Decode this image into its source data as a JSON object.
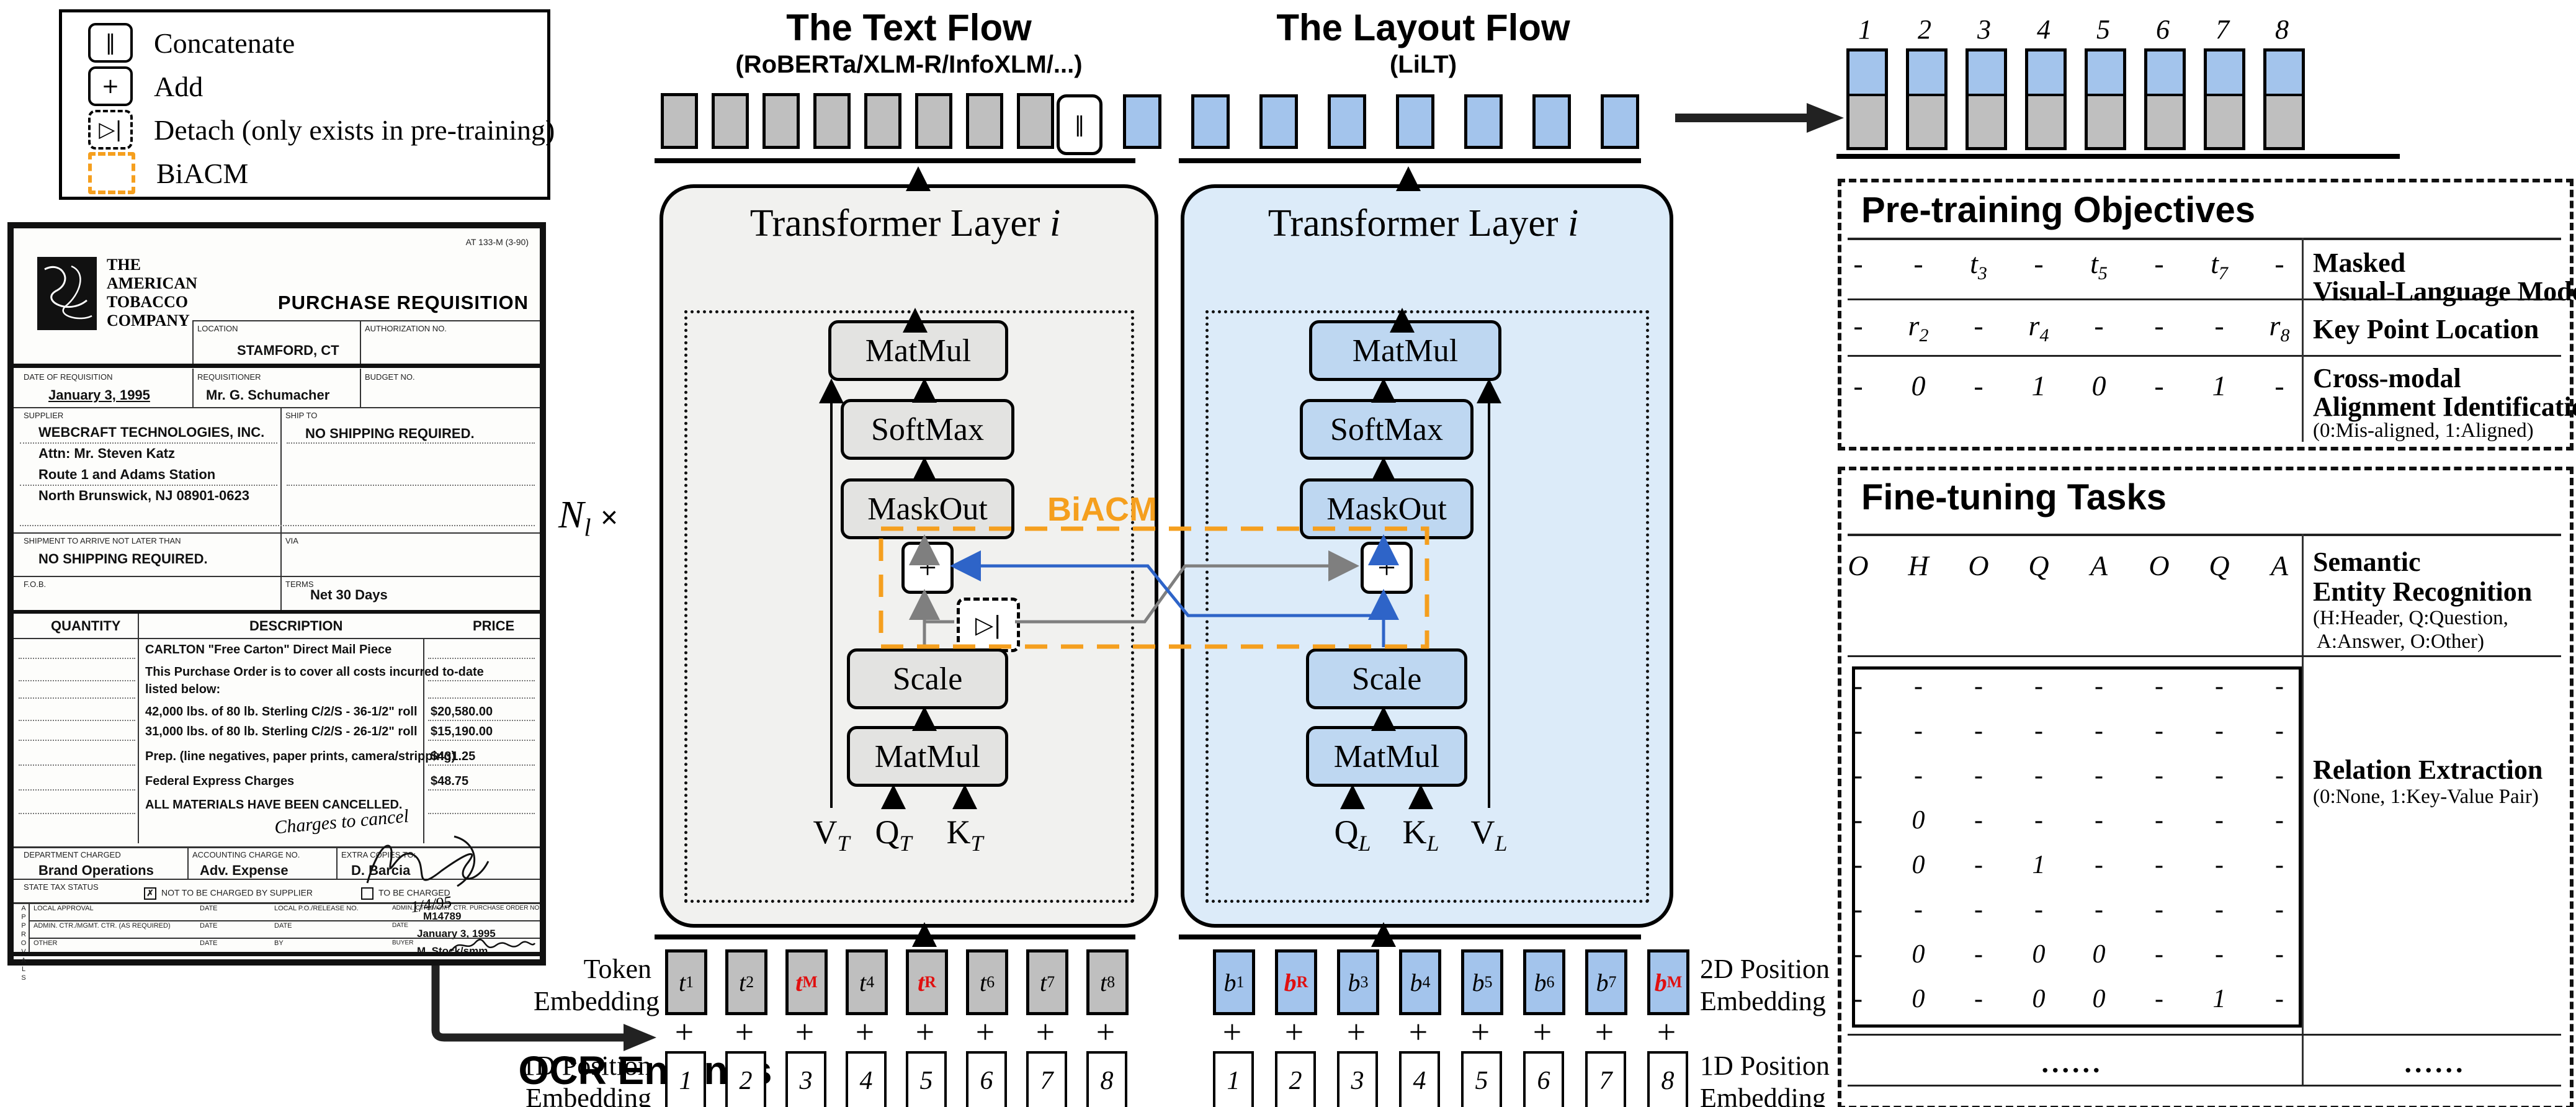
{
  "ops": {
    "concat": "‖",
    "add": "+",
    "detach": "▷|"
  },
  "legend": {
    "items": [
      {
        "icon": "concat",
        "label": "Concatenate"
      },
      {
        "icon": "add",
        "label": "Add"
      },
      {
        "icon": "detach",
        "label": "Detach (only exists in pre-training)"
      },
      {
        "icon": "biacm",
        "label": "BiACM"
      }
    ]
  },
  "flows": {
    "text": {
      "title": "The Text Flow",
      "subtitle": "(RoBERTa/XLM-R/InfoXLM/...)",
      "layer_title": "Transformer Layer",
      "layer_index": "i",
      "blocks": [
        "MatMul",
        "SoftMax",
        "MaskOut",
        "Scale",
        "MatMul"
      ],
      "inputs": [
        {
          "b": "V",
          "s": "T"
        },
        {
          "b": "Q",
          "s": "T"
        },
        {
          "b": "K",
          "s": "T"
        }
      ]
    },
    "layout": {
      "title": "The Layout Flow",
      "subtitle": "(LiLT)",
      "layer_title": "Transformer Layer",
      "layer_index": "i",
      "blocks": [
        "MatMul",
        "SoftMax",
        "MaskOut",
        "Scale",
        "MatMul"
      ],
      "inputs": [
        {
          "b": "Q",
          "s": "L"
        },
        {
          "b": "K",
          "s": "L"
        },
        {
          "b": "V",
          "s": "L"
        }
      ]
    }
  },
  "n_layers": {
    "base": "N",
    "sub": "l",
    "times": "×"
  },
  "biacm_label": "BiACM",
  "embeddings": {
    "token_label_lines": [
      "Token",
      "Embedding"
    ],
    "pos1d_label_lines": [
      "1D Position",
      "Embedding"
    ],
    "pos2d_label_lines": [
      "2D Position",
      "Embedding"
    ],
    "text_tokens": [
      {
        "b": "t",
        "s": "1"
      },
      {
        "b": "t",
        "s": "2"
      },
      {
        "b": "t",
        "s": "M",
        "red": true
      },
      {
        "b": "t",
        "s": "4"
      },
      {
        "b": "t",
        "s": "R",
        "red": true
      },
      {
        "b": "t",
        "s": "6"
      },
      {
        "b": "t",
        "s": "7"
      },
      {
        "b": "t",
        "s": "8"
      }
    ],
    "layout_tokens": [
      {
        "b": "b",
        "s": "1"
      },
      {
        "b": "b",
        "s": "R",
        "red": true
      },
      {
        "b": "b",
        "s": "3"
      },
      {
        "b": "b",
        "s": "4"
      },
      {
        "b": "b",
        "s": "5"
      },
      {
        "b": "b",
        "s": "6"
      },
      {
        "b": "b",
        "s": "7"
      },
      {
        "b": "b",
        "s": "M",
        "red": true
      }
    ],
    "pos_1d": [
      "1",
      "2",
      "3",
      "4",
      "5",
      "6",
      "7",
      "8"
    ]
  },
  "output_columns": {
    "labels": [
      "1",
      "2",
      "3",
      "4",
      "5",
      "6",
      "7",
      "8"
    ]
  },
  "pretraining": {
    "title": "Pre-training Objectives",
    "rows": [
      {
        "values": [
          "-",
          "-",
          {
            "b": "t",
            "s": "3"
          },
          "-",
          {
            "b": "t",
            "s": "5"
          },
          "-",
          {
            "b": "t",
            "s": "7"
          },
          "-"
        ],
        "label_lines": [
          "Masked",
          "Visual-Language Modeling"
        ],
        "note": ""
      },
      {
        "values": [
          "-",
          {
            "b": "r",
            "s": "2"
          },
          "-",
          {
            "b": "r",
            "s": "4"
          },
          "-",
          "-",
          "-",
          {
            "b": "r",
            "s": "8"
          }
        ],
        "label_lines": [
          "Key Point Location"
        ],
        "note": ""
      },
      {
        "values": [
          "-",
          "0",
          "-",
          "1",
          "0",
          "-",
          "1",
          "-"
        ],
        "label_lines": [
          "Cross-modal",
          "Alignment Identification"
        ],
        "note": "(0:Mis-aligned, 1:Aligned)"
      }
    ]
  },
  "finetuning": {
    "title": "Fine-tuning Tasks",
    "ser": {
      "values": [
        "O",
        "H",
        "O",
        "Q",
        "A",
        "O",
        "Q",
        "A"
      ],
      "label_lines": [
        "Semantic",
        "Entity Recognition"
      ],
      "note_lines": [
        "(H:Header, Q:Question,",
        "A:Answer, O:Other)"
      ]
    },
    "re": {
      "matrix": [
        [
          "-",
          "-",
          "-",
          "-",
          "-",
          "-",
          "-",
          "-"
        ],
        [
          "-",
          "-",
          "-",
          "-",
          "-",
          "-",
          "-",
          "-"
        ],
        [
          "-",
          "-",
          "-",
          "-",
          "-",
          "-",
          "-",
          "-"
        ],
        [
          "-",
          "0",
          "-",
          "-",
          "-",
          "-",
          "-",
          "-"
        ],
        [
          "-",
          "0",
          "-",
          "1",
          "-",
          "-",
          "-",
          "-"
        ],
        [
          "-",
          "-",
          "-",
          "-",
          "-",
          "-",
          "-",
          "-"
        ],
        [
          "-",
          "0",
          "-",
          "0",
          "0",
          "-",
          "-",
          "-"
        ],
        [
          "-",
          "0",
          "-",
          "0",
          "0",
          "-",
          "1",
          "-"
        ]
      ],
      "label_lines": [
        "Relation Extraction"
      ],
      "note": "(0:None, 1:Key-Value Pair)"
    },
    "ellipsis": "......"
  },
  "ocr": {
    "label": "OCR Engines"
  },
  "document": {
    "form_no": "AT 133-M (3-90)",
    "company_lines": [
      "THE",
      "AMERICAN",
      "TOBACCO",
      "COMPANY"
    ],
    "title": "PURCHASE REQUISITION",
    "location_label": "LOCATION",
    "location": "STAMFORD, CT",
    "auth_label": "AUTHORIZATION NO.",
    "date_label": "DATE OF REQUISITION",
    "date": "January 3, 1995",
    "req_label": "REQUISITIONER",
    "requisitioner": "Mr. G. Schumacher",
    "budget_label": "BUDGET NO.",
    "supplier_label": "SUPPLIER",
    "supplier_lines": [
      "WEBCRAFT TECHNOLOGIES, INC.",
      "Attn: Mr. Steven Katz",
      "Route 1 and Adams Station",
      "North Brunswick, NJ 08901-0623"
    ],
    "shipto_label": "SHIP TO",
    "shipto": "NO SHIPPING REQUIRED.",
    "arrive_label": "SHIPMENT TO ARRIVE NOT LATER THAN",
    "arrive": "NO SHIPPING REQUIRED.",
    "via_label": "VIA",
    "fob_label": "F.O.B.",
    "terms_label": "TERMS",
    "terms": "Net 30 Days",
    "qty_header": "QUANTITY",
    "desc_header": "DESCRIPTION",
    "price_header": "PRICE",
    "desc_lines": [
      {
        "text": "CARLTON \"Free Carton\" Direct Mail Piece",
        "price": ""
      },
      {
        "text": "This Purchase Order is to cover all costs incurred to-date",
        "price": ""
      },
      {
        "text": "listed below:",
        "price": ""
      },
      {
        "text": "42,000 lbs. of 80 lb. Sterling C/2/S - 36-1/2\" roll",
        "price": "$20,580.00"
      },
      {
        "text": "31,000 lbs. of 80 lb. Sterling C/2/S - 26-1/2\" roll",
        "price": "$15,190.00"
      },
      {
        "text": "Prep. (line negatives, paper prints, camera/stripping)",
        "price": "$431.25"
      },
      {
        "text": "Federal Express Charges",
        "price": "$48.75"
      },
      {
        "text": "ALL MATERIALS HAVE BEEN CANCELLED.",
        "price": ""
      }
    ],
    "handwriting": "Charges to cancel",
    "handwriting_date": "1/4/95",
    "dept_label": "DEPARTMENT CHARGED",
    "dept": "Brand Operations",
    "acct_label": "ACCOUNTING CHARGE NO.",
    "acct": "Adv. Expense",
    "copies_label": "EXTRA COPIES TO:",
    "copies": "D. Barcia",
    "tax_label": "STATE TAX STATUS",
    "tax_checked": "NOT TO BE CHARGED BY SUPPLIER",
    "tax_unchecked": "TO BE CHARGED",
    "approvals_side": "APPROVALS",
    "approval_rows": [
      {
        "c1": "LOCAL APPROVAL",
        "c2": "DATE",
        "c3": "LOCAL P.O./RELEASE NO.",
        "c4_label": "ADMIN. CTR./MGMT. CTR. PURCHASE ORDER NO.",
        "c4": "M14789"
      },
      {
        "c1": "ADMIN. CTR./MGMT. CTR. (AS REQUIRED)",
        "c2": "DATE",
        "c3": "DATE",
        "c4_label": "DATE",
        "c4": "January 3, 1995"
      },
      {
        "c1": "OTHER",
        "c2": "DATE",
        "c3": "BY",
        "c4_label": "BUYER",
        "c4": "M. Stock/smm"
      }
    ]
  },
  "colors": {
    "text_flow_bg": "#f1f1ef",
    "layout_flow_bg": "#dcebf9",
    "text_block_bg": "#e3e3e1",
    "layout_block_bg": "#bed7f1",
    "gray_bar": "#bfbfbf",
    "blue_bar": "#a3c4ec",
    "biacm_orange": "#f59f1e",
    "line_blue": "#2e64c8",
    "line_gray": "#7f7f7f",
    "red_token": "#e01010"
  }
}
